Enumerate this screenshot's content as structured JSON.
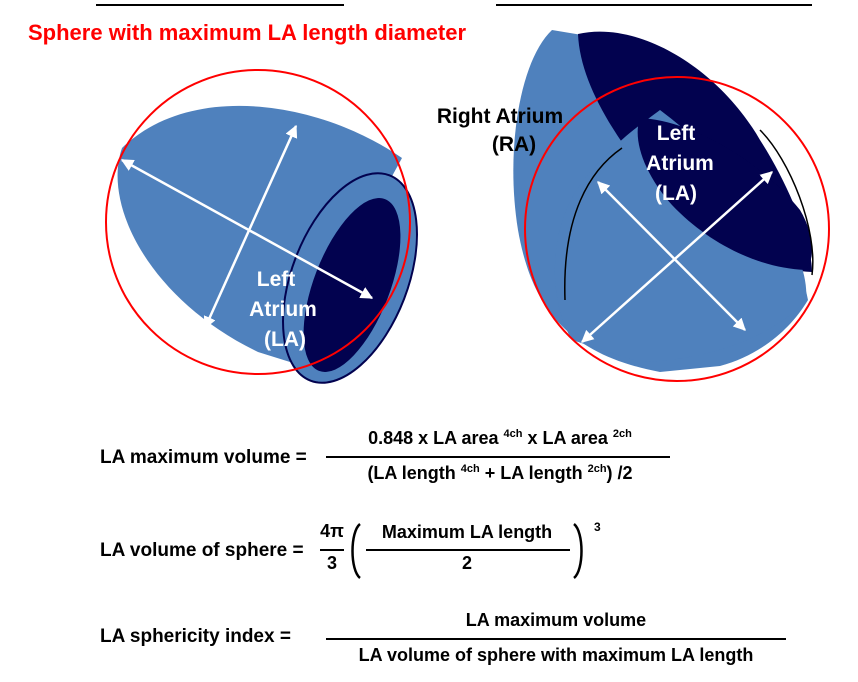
{
  "heading": "Sphere with maximum LA length diameter",
  "colors": {
    "heading": "#ff0000",
    "atrium_light": "#4f81bd",
    "atrium_dark": "#02024f",
    "sphere_outline": "#ff0000",
    "arrows": "#ffffff"
  },
  "left_view": {
    "label_line1": "Left",
    "label_line2": "Atrium",
    "label_line3": "(LA)"
  },
  "right_view": {
    "ra_line1": "Right Atrium",
    "ra_line2": "(RA)",
    "la_line1": "Left",
    "la_line2": "Atrium",
    "la_line3": "(LA)"
  },
  "formulas": {
    "max_volume": {
      "lhs": "LA maximum volume =",
      "num_a": "0.848 x LA area ",
      "num_a_sup": "4ch",
      "num_b": " x LA area ",
      "num_b_sup": "2ch",
      "den_a": "(LA length ",
      "den_a_sup": "4ch",
      "den_b": " + LA length ",
      "den_b_sup": "2ch",
      "den_c": ") /2"
    },
    "sphere_volume": {
      "lhs": "LA volume of sphere =",
      "coef_num": "4π",
      "coef_den": "3",
      "inner_num": "Maximum LA length",
      "inner_den": "2",
      "exponent": "3"
    },
    "sphericity": {
      "lhs": "LA sphericity index =",
      "num": "LA maximum volume",
      "den": "LA volume of sphere with maximum LA length"
    }
  }
}
